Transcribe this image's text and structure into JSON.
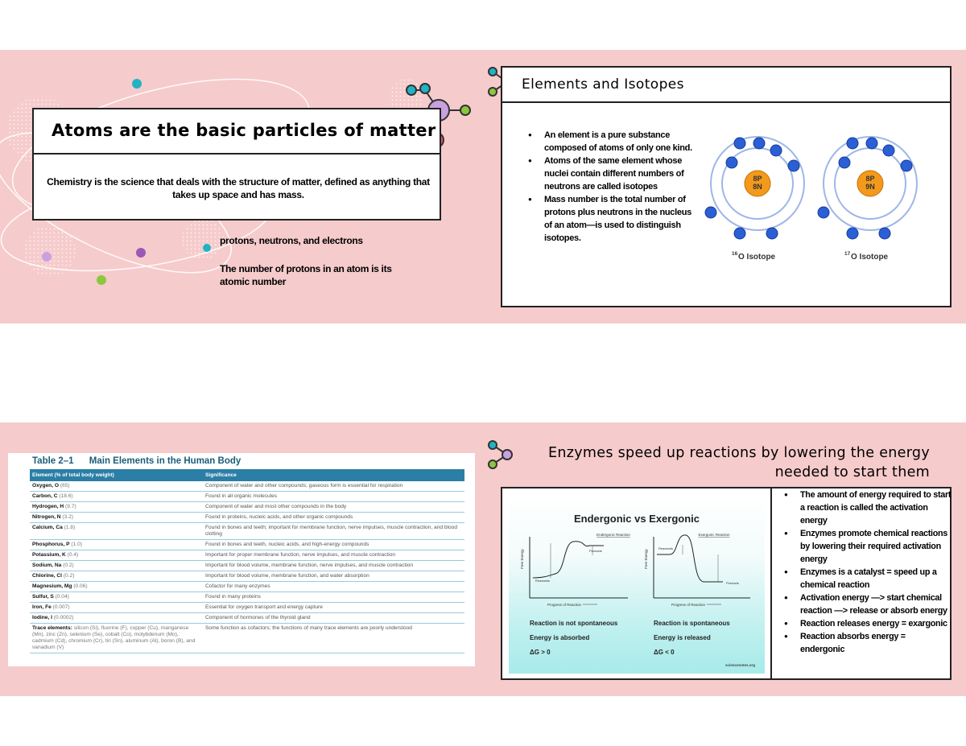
{
  "slide1": {
    "title": "Atoms are the basic particles of matter",
    "body": "Chemistry is the science that deals with the structure of matter, defined as anything that takes up space and has mass.",
    "note1": "protons, neutrons, and electrons",
    "note2": "The number of protons in an atom is its atomic number"
  },
  "slide2": {
    "title": "Elements and Isotopes",
    "bullets": [
      "An element is a pure substance composed of atoms of only one kind.",
      "Atoms of the same element whose nuclei contain different numbers of neutrons are called isotopes",
      "Mass number is the total number of protons plus neutrons in the nucleus of an atom—is used to distinguish isotopes."
    ],
    "isotopes": [
      {
        "nucleus_p": "8P",
        "nucleus_n": "8N",
        "mass": "16",
        "label": "O Isotope"
      },
      {
        "nucleus_p": "8P",
        "nucleus_n": "9N",
        "mass": "17",
        "label": "O Isotope"
      }
    ]
  },
  "slide3": {
    "table_number": "Table 2–1",
    "table_title": "Main Elements in the Human Body",
    "headers": [
      "Element (% of total body weight)",
      "Significance"
    ],
    "rows": [
      {
        "element": "Oxygen, O",
        "pct": "(65)",
        "significance": "Component of water and other compounds; gaseous form is essential for respiration"
      },
      {
        "element": "Carbon, C",
        "pct": "(18.6)",
        "significance": "Found in all organic molecules"
      },
      {
        "element": "Hydrogen, H",
        "pct": "(9.7)",
        "significance": "Component of water and most other compounds in the body"
      },
      {
        "element": "Nitrogen, N",
        "pct": "(3.2)",
        "significance": "Found in proteins, nucleic acids, and other organic compounds"
      },
      {
        "element": "Calcium, Ca",
        "pct": "(1.8)",
        "significance": "Found in bones and teeth; important for membrane function, nerve impulses, muscle contraction, and blood clotting"
      },
      {
        "element": "Phosphorus, P",
        "pct": "(1.0)",
        "significance": "Found in bones and teeth, nucleic acids, and high-energy compounds"
      },
      {
        "element": "Potassium, K",
        "pct": "(0.4)",
        "significance": "Important for proper membrane function, nerve impulses, and muscle contraction"
      },
      {
        "element": "Sodium, Na",
        "pct": "(0.2)",
        "significance": "Important for blood volume, membrane function, nerve impulses, and muscle contraction"
      },
      {
        "element": "Chlorine, Cl",
        "pct": "(0.2)",
        "significance": "Important for blood volume, membrane function, and water absorption"
      },
      {
        "element": "Magnesium, Mg",
        "pct": "(0.06)",
        "significance": "Cofactor for many enzymes"
      },
      {
        "element": "Sulfur, S",
        "pct": "(0.04)",
        "significance": "Found in many proteins"
      },
      {
        "element": "Iron, Fe",
        "pct": "(0.007)",
        "significance": "Essential for oxygen transport and energy capture"
      },
      {
        "element": "Iodine, I",
        "pct": "(0.0002)",
        "significance": "Component of hormones of the thyroid gland"
      },
      {
        "element": "Trace elements:",
        "pct": "silicon (Si), fluorine (F), copper (Cu), manganese (Mn), zinc (Zn), selenium (Se), cobalt (Co), molybdenum (Mo), cadmium (Cd), chromium (Cr), tin (Sn), aluminum (Al), boron (B), and vanadium (V)",
        "significance": "Some function as cofactors; the functions of many trace elements are poorly understood"
      }
    ]
  },
  "slide4": {
    "title": "Enzymes speed up reactions by lowering the energy needed to start them",
    "image": {
      "heading": "Endergonic vs Exergonic",
      "left_caption": "Endergonic Reaction",
      "right_caption": "Exergonic Reaction",
      "y_axis": "Free Energy",
      "x_axis": "Progress of Reaction",
      "reactants": "Reactants",
      "products": "Products",
      "left_lines": [
        "Reaction is not spontaneous",
        "Energy is absorbed",
        "ΔG > 0"
      ],
      "right_lines": [
        "Reaction is spontaneous",
        "Energy is released",
        "ΔG < 0"
      ],
      "credit": "sciencenotes.org"
    },
    "bullets": [
      "The amount of energy required to start a reaction is called the activation energy",
      "Enzymes promote chemical reactions by lowering their required activation energy",
      "Enzymes is a catalyst = speed up a chemical reaction",
      "Activation energy —> start chemical reaction —> release or absorb energy",
      "Reaction releases energy = exargonic",
      "Reaction absorbs energy = endergonic"
    ]
  },
  "colors": {
    "slide_bg": "#f6cbcc",
    "table_header": "#2b7fa6",
    "molecule_purple": "#c9a1e0",
    "molecule_teal": "#21b3c4",
    "molecule_green": "#8dc63f",
    "molecule_pink": "#e8556b",
    "nucleus": "#f39a1c",
    "electron": "#2a5fd6"
  }
}
